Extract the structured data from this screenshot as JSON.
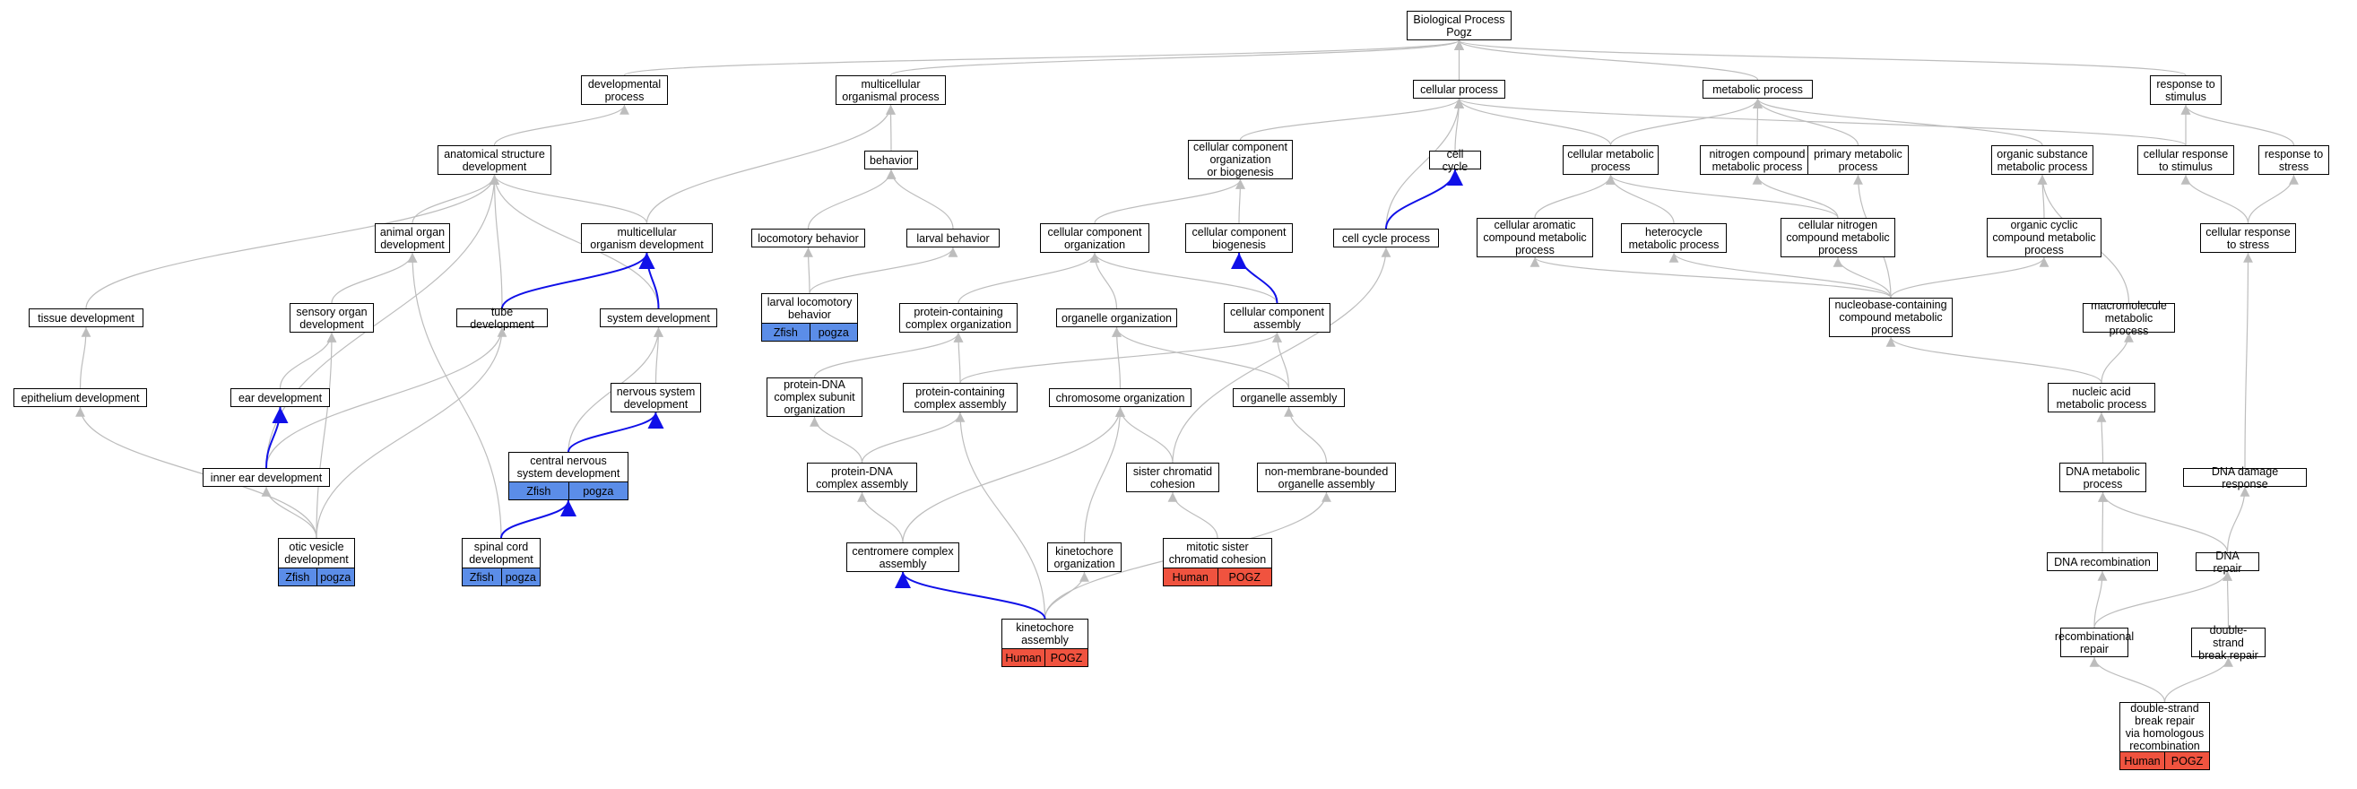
{
  "colors": {
    "edge_gray": "#bdbdbd",
    "edge_blue": "#1010e8",
    "zfish_badge": "#5b8de8",
    "human_badge": "#f0533f"
  },
  "badges": {
    "zfish": [
      "Zfish",
      "pogza"
    ],
    "human": [
      "Human",
      "POGZ"
    ]
  },
  "nodes": [
    {
      "id": "bp",
      "label": "Biological Process\nPogz"
    },
    {
      "id": "devproc",
      "label": "developmental\nprocess"
    },
    {
      "id": "multproc",
      "label": "multicellular\norganismal process"
    },
    {
      "id": "cellproc",
      "label": "cellular process"
    },
    {
      "id": "metproc",
      "label": "metabolic process"
    },
    {
      "id": "respstim",
      "label": "response to\nstimulus"
    },
    {
      "id": "anatdev",
      "label": "anatomical structure\ndevelopment"
    },
    {
      "id": "behavior",
      "label": "behavior"
    },
    {
      "id": "ccorgbio",
      "label": "cellular component\norganization\nor biogenesis"
    },
    {
      "id": "cellcycle",
      "label": "cell cycle"
    },
    {
      "id": "cellmet",
      "label": "cellular metabolic\nprocess"
    },
    {
      "id": "nitro",
      "label": "nitrogen compound\nmetabolic process"
    },
    {
      "id": "primet",
      "label": "primary metabolic\nprocess"
    },
    {
      "id": "orgsub",
      "label": "organic substance\nmetabolic process"
    },
    {
      "id": "cellresp",
      "label": "cellular response\nto stimulus"
    },
    {
      "id": "respstress",
      "label": "response to\nstress"
    },
    {
      "id": "animorgan",
      "label": "animal organ\ndevelopment"
    },
    {
      "id": "multdev",
      "label": "multicellular\norganism development"
    },
    {
      "id": "locobeh",
      "label": "locomotory behavior"
    },
    {
      "id": "larvbeh",
      "label": "larval behavior"
    },
    {
      "id": "ccorg",
      "label": "cellular component\norganization"
    },
    {
      "id": "ccbio",
      "label": "cellular component\nbiogenesis"
    },
    {
      "id": "cellcycproc",
      "label": "cell cycle process"
    },
    {
      "id": "cellarom",
      "label": "cellular aromatic\ncompound metabolic\nprocess"
    },
    {
      "id": "hetero",
      "label": "heterocycle\nmetabolic process"
    },
    {
      "id": "cellnitro",
      "label": "cellular nitrogen\ncompound metabolic\nprocess"
    },
    {
      "id": "orgcyc",
      "label": "organic cyclic\ncompound metabolic\nprocess"
    },
    {
      "id": "cellrespstress",
      "label": "cellular response\nto stress"
    },
    {
      "id": "tissuedev",
      "label": "tissue development"
    },
    {
      "id": "sensdev",
      "label": "sensory organ\ndevelopment"
    },
    {
      "id": "tubedev",
      "label": "tube development"
    },
    {
      "id": "sysdev",
      "label": "system development"
    },
    {
      "id": "larvloco",
      "label": "larval locomotory\nbehavior",
      "badge": "zfish"
    },
    {
      "id": "protcomporg",
      "label": "protein-containing\ncomplex organization"
    },
    {
      "id": "organorg",
      "label": "organelle organization"
    },
    {
      "id": "ccasm",
      "label": "cellular component\nassembly"
    },
    {
      "id": "nucleo",
      "label": "nucleobase-containing\ncompound metabolic\nprocess"
    },
    {
      "id": "macromol",
      "label": "macromolecule\nmetabolic process"
    },
    {
      "id": "epidev",
      "label": "epithelium development"
    },
    {
      "id": "eardev",
      "label": "ear development"
    },
    {
      "id": "nervdev",
      "label": "nervous system\ndevelopment"
    },
    {
      "id": "protdnaorg",
      "label": "protein-DNA\ncomplex subunit\norganization"
    },
    {
      "id": "protcompasm",
      "label": "protein-containing\ncomplex assembly"
    },
    {
      "id": "chromorg",
      "label": "chromosome organization"
    },
    {
      "id": "organasm",
      "label": "organelle assembly"
    },
    {
      "id": "nucacid",
      "label": "nucleic acid\nmetabolic process"
    },
    {
      "id": "innerear",
      "label": "inner ear development"
    },
    {
      "id": "cns",
      "label": "central nervous\nsystem development",
      "badge": "zfish"
    },
    {
      "id": "protdnaasm",
      "label": "protein-DNA\ncomplex assembly"
    },
    {
      "id": "sischrom",
      "label": "sister chromatid\ncohesion"
    },
    {
      "id": "nonmem",
      "label": "non-membrane-bounded\norganelle assembly"
    },
    {
      "id": "dnamet",
      "label": "DNA metabolic\nprocess"
    },
    {
      "id": "dnadamage",
      "label": "DNA damage response"
    },
    {
      "id": "otic",
      "label": "otic vesicle\ndevelopment",
      "badge": "zfish"
    },
    {
      "id": "spinal",
      "label": "spinal cord\ndevelopment",
      "badge": "zfish"
    },
    {
      "id": "centro",
      "label": "centromere complex\nassembly"
    },
    {
      "id": "kinorg",
      "label": "kinetochore\norganization"
    },
    {
      "id": "mitsis",
      "label": "mitotic sister\nchromatid cohesion",
      "badge": "human"
    },
    {
      "id": "dnarecomb",
      "label": "DNA recombination"
    },
    {
      "id": "dnarepair",
      "label": "DNA repair"
    },
    {
      "id": "kinasm",
      "label": "kinetochore\nassembly",
      "badge": "human"
    },
    {
      "id": "recombrep",
      "label": "recombinational\nrepair"
    },
    {
      "id": "dsbr",
      "label": "double-strand\nbreak repair"
    },
    {
      "id": "dsbrhr",
      "label": "double-strand\nbreak repair\nvia homologous\nrecombination",
      "badge": "human"
    }
  ],
  "edges": [
    [
      "devproc",
      "bp"
    ],
    [
      "multproc",
      "bp"
    ],
    [
      "cellproc",
      "bp"
    ],
    [
      "metproc",
      "bp"
    ],
    [
      "respstim",
      "bp"
    ],
    [
      "anatdev",
      "devproc"
    ],
    [
      "behavior",
      "multproc"
    ],
    [
      "ccorgbio",
      "cellproc"
    ],
    [
      "cellcycle",
      "cellproc"
    ],
    [
      "cellmet",
      "cellproc"
    ],
    [
      "cellresp",
      "cellproc"
    ],
    [
      "cellcycproc",
      "cellproc"
    ],
    [
      "cellmet",
      "metproc"
    ],
    [
      "nitro",
      "metproc"
    ],
    [
      "primet",
      "metproc"
    ],
    [
      "orgsub",
      "metproc"
    ],
    [
      "cellresp",
      "respstim"
    ],
    [
      "respstress",
      "respstim"
    ],
    [
      "animorgan",
      "anatdev"
    ],
    [
      "multdev",
      "anatdev"
    ],
    [
      "tissuedev",
      "anatdev"
    ],
    [
      "tubedev",
      "anatdev"
    ],
    [
      "sysdev",
      "anatdev"
    ],
    [
      "innerear",
      "anatdev"
    ],
    [
      "multdev",
      "multproc"
    ],
    [
      "locobeh",
      "behavior"
    ],
    [
      "larvbeh",
      "behavior"
    ],
    [
      "ccorg",
      "ccorgbio"
    ],
    [
      "ccbio",
      "ccorgbio"
    ],
    [
      "cellarom",
      "cellmet"
    ],
    [
      "hetero",
      "cellmet"
    ],
    [
      "cellnitro",
      "cellmet"
    ],
    [
      "cellnitro",
      "nitro"
    ],
    [
      "nucleo",
      "primet"
    ],
    [
      "orgcyc",
      "orgsub"
    ],
    [
      "macromol",
      "orgsub"
    ],
    [
      "cellrespstress",
      "cellresp"
    ],
    [
      "cellrespstress",
      "respstress"
    ],
    [
      "sensdev",
      "animorgan"
    ],
    [
      "spinal",
      "animorgan"
    ],
    [
      "larvloco",
      "locobeh"
    ],
    [
      "larvloco",
      "larvbeh"
    ],
    [
      "protcomporg",
      "ccorg"
    ],
    [
      "organorg",
      "ccorg"
    ],
    [
      "ccasm",
      "ccorg"
    ],
    [
      "nucleo",
      "cellarom"
    ],
    [
      "nucleo",
      "hetero"
    ],
    [
      "nucleo",
      "cellnitro"
    ],
    [
      "nucleo",
      "orgcyc"
    ],
    [
      "cellrespstress",
      "dnadamage",
      "rev"
    ],
    [
      "epidev",
      "tissuedev"
    ],
    [
      "eardev",
      "sensdev"
    ],
    [
      "otic",
      "sensdev"
    ],
    [
      "otic",
      "tubedev"
    ],
    [
      "nervdev",
      "sysdev"
    ],
    [
      "cns",
      "sysdev"
    ],
    [
      "protdnaorg",
      "protcomporg"
    ],
    [
      "protcompasm",
      "protcomporg"
    ],
    [
      "chromorg",
      "organorg"
    ],
    [
      "organasm",
      "organorg"
    ],
    [
      "organasm",
      "ccasm"
    ],
    [
      "protcompasm",
      "ccasm"
    ],
    [
      "nucacid",
      "nucleo"
    ],
    [
      "nucacid",
      "macromol"
    ],
    [
      "innerear",
      "tubedev",
      "none"
    ],
    [
      "protdnaasm",
      "protdnaorg"
    ],
    [
      "protdnaasm",
      "protcompasm",
      "none"
    ],
    [
      "kinasm",
      "protcompasm"
    ],
    [
      "centro",
      "chromorg"
    ],
    [
      "kinorg",
      "chromorg"
    ],
    [
      "sischrom",
      "chromorg"
    ],
    [
      "sischrom",
      "cellcycproc"
    ],
    [
      "nonmem",
      "organasm"
    ],
    [
      "kinasm",
      "nonmem"
    ],
    [
      "dnamet",
      "nucacid"
    ],
    [
      "otic",
      "innerear"
    ],
    [
      "otic",
      "epidev"
    ],
    [
      "centro",
      "protdnaasm"
    ],
    [
      "mitsis",
      "sischrom"
    ],
    [
      "dnarecomb",
      "dnamet"
    ],
    [
      "dnarepair",
      "dnamet"
    ],
    [
      "dnarepair",
      "dnadamage"
    ],
    [
      "kinasm",
      "kinorg"
    ],
    [
      "recombrep",
      "dnarecomb"
    ],
    [
      "recombrep",
      "dnarepair"
    ],
    [
      "dsbr",
      "dnarepair"
    ],
    [
      "dsbrhr",
      "recombrep"
    ],
    [
      "dsbrhr",
      "dsbr"
    ],
    [
      "cellcycproc",
      "cellcycle",
      "blue"
    ],
    [
      "ccasm",
      "ccbio",
      "blue"
    ],
    [
      "tubedev",
      "multdev",
      "blue"
    ],
    [
      "sysdev",
      "multdev",
      "blue"
    ],
    [
      "innerear",
      "eardev",
      "blue"
    ],
    [
      "cns",
      "nervdev",
      "blue"
    ],
    [
      "spinal",
      "cns",
      "blue"
    ],
    [
      "kinasm",
      "centro",
      "blue"
    ]
  ]
}
